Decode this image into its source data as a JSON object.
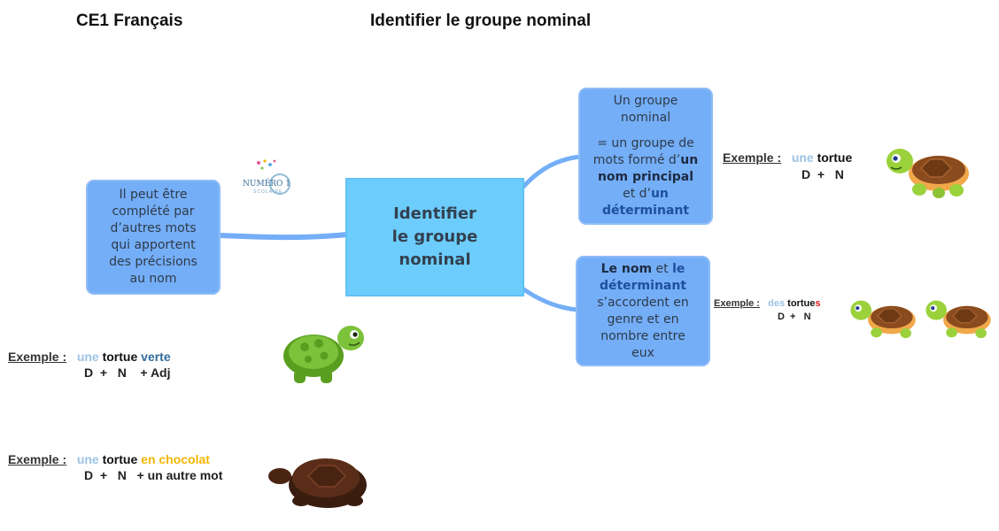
{
  "header": {
    "class_title": "CE1 Français",
    "lesson_title": "Identifier le groupe nominal"
  },
  "center_node": {
    "line1": "Identifier",
    "line2": "le groupe",
    "line3": "nominal"
  },
  "left_node": {
    "lines": [
      "Il peut être",
      "complété par",
      "d’autres mots",
      "qui apportent",
      "des précisions",
      "au nom"
    ]
  },
  "top_right_node": {
    "line1": "Un groupe",
    "line2": "nominal",
    "line3": "= un groupe de",
    "line4a": "mots formé d’",
    "line4b": "un",
    "line5": "nom principal",
    "line6a": "et d’",
    "line6b": "un",
    "line7": "déterminant"
  },
  "bottom_right_node": {
    "w1": "Le nom",
    "w2": " et ",
    "w3": "le",
    "w4": "déterminant",
    "line3": "s’accordent en",
    "line4": "genre et en",
    "line5": "nombre entre",
    "line6": "eux"
  },
  "logo": {
    "text": "NUMÉRO 1",
    "sub": "SCOLAIRE"
  },
  "examples": {
    "label": "Exemple :",
    "ex1": {
      "det": "une",
      "noun": "tortue",
      "formula": "D  +   N"
    },
    "ex2": {
      "det": "des",
      "noun": "tortue",
      "suffix": "s",
      "formula": "D  +   N"
    },
    "ex3": {
      "det": "une",
      "noun": "tortue",
      "adj": "verte",
      "formula": "D  +   N    + Adj"
    },
    "ex4": {
      "det": "une",
      "noun": "tortue",
      "extra": "en chocolat",
      "formula": "D  +   N   + un autre mot"
    }
  },
  "icons": [
    "turtle-icon",
    "chocolate-turtle-icon",
    "logo-icon"
  ],
  "colors": {
    "node_blue": "#74aef7",
    "center_cyan": "#6ccdfd",
    "determiner_blue": "#9cc3e5",
    "adjective_blue": "#2f6b9a",
    "extra_yellow": "#f2b600",
    "plural_red": "#e01b1b"
  }
}
